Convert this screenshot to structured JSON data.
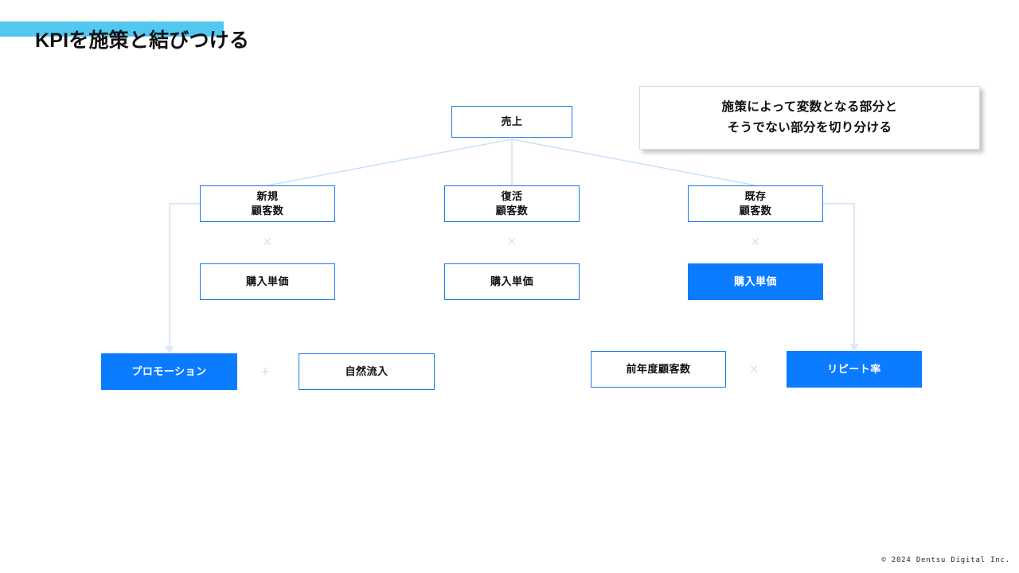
{
  "slide": {
    "title": "KPIを施策と結びつける",
    "highlight_color": "#52C7F0",
    "accent_color": "#0B7BFF",
    "line_color": "#C9DFF7",
    "operator_color": "#CFEAE6",
    "background": "#ffffff"
  },
  "callout": {
    "text": "施策によって変数となる部分と\nそうでない部分を切り分ける"
  },
  "diagram": {
    "type": "kpi-tree",
    "root": {
      "label": "売上"
    },
    "level2": [
      {
        "label": "新規\n顧客数"
      },
      {
        "label": "復活\n顧客数"
      },
      {
        "label": "既存\n顧客数"
      }
    ],
    "operators_level2": [
      "×",
      "×",
      "×"
    ],
    "level3": [
      {
        "label": "購入単価",
        "highlighted": false
      },
      {
        "label": "購入単価",
        "highlighted": false
      },
      {
        "label": "購入単価",
        "highlighted": true
      }
    ],
    "level4_left": {
      "first": {
        "label": "プロモーション",
        "highlighted": true
      },
      "operator": "+",
      "second": {
        "label": "自然流入",
        "highlighted": false
      }
    },
    "level4_right": {
      "first": {
        "label": "前年度顧客数",
        "highlighted": false
      },
      "operator": "×",
      "second": {
        "label": "リピート率",
        "highlighted": true
      }
    }
  },
  "footer": {
    "copyright": "© 2024 Dentsu Digital Inc."
  }
}
